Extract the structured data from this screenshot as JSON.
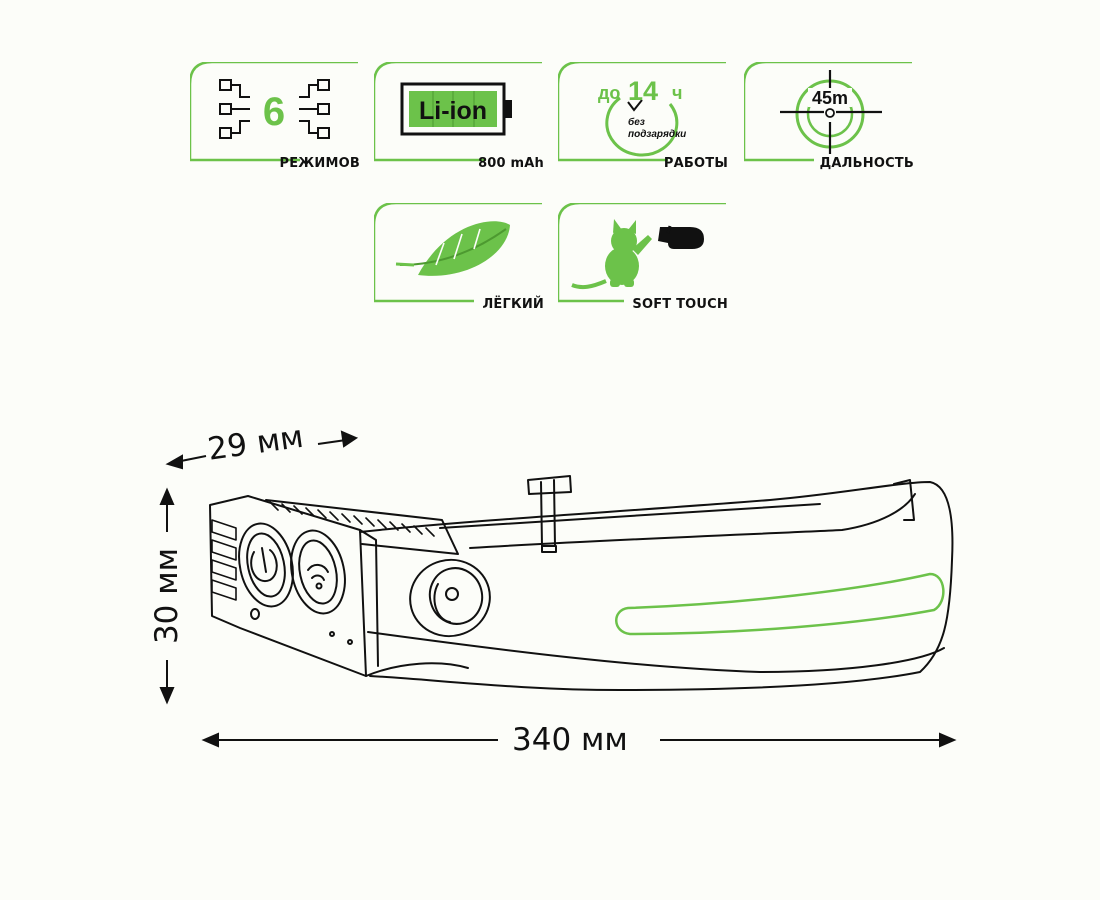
{
  "accent_color": "#6cc24a",
  "features": [
    {
      "id": "modes",
      "number": "6",
      "caption": "РЕЖИМОВ",
      "icon": "modes-diagram-icon"
    },
    {
      "id": "battery",
      "badge": "Li-ion",
      "caption": "800 mAh",
      "icon": "battery-icon"
    },
    {
      "id": "runtime",
      "prefix": "до",
      "hours": "14",
      "unit": "ч",
      "note_line1": "без",
      "note_line2": "подзарядки",
      "caption": "РАБОТЫ",
      "icon": "clock-icon"
    },
    {
      "id": "range",
      "distance": "45m",
      "caption": "ДАЛЬНОСТЬ",
      "icon": "crosshair-icon"
    },
    {
      "id": "light",
      "caption": "ЛЁГКИЙ",
      "icon": "feather-icon"
    },
    {
      "id": "touch",
      "caption": "SOFT TOUCH",
      "icon": "cat-paw-icon"
    }
  ],
  "dimensions": {
    "depth": "29 мм",
    "height": "30 мм",
    "length": "340 мм"
  }
}
